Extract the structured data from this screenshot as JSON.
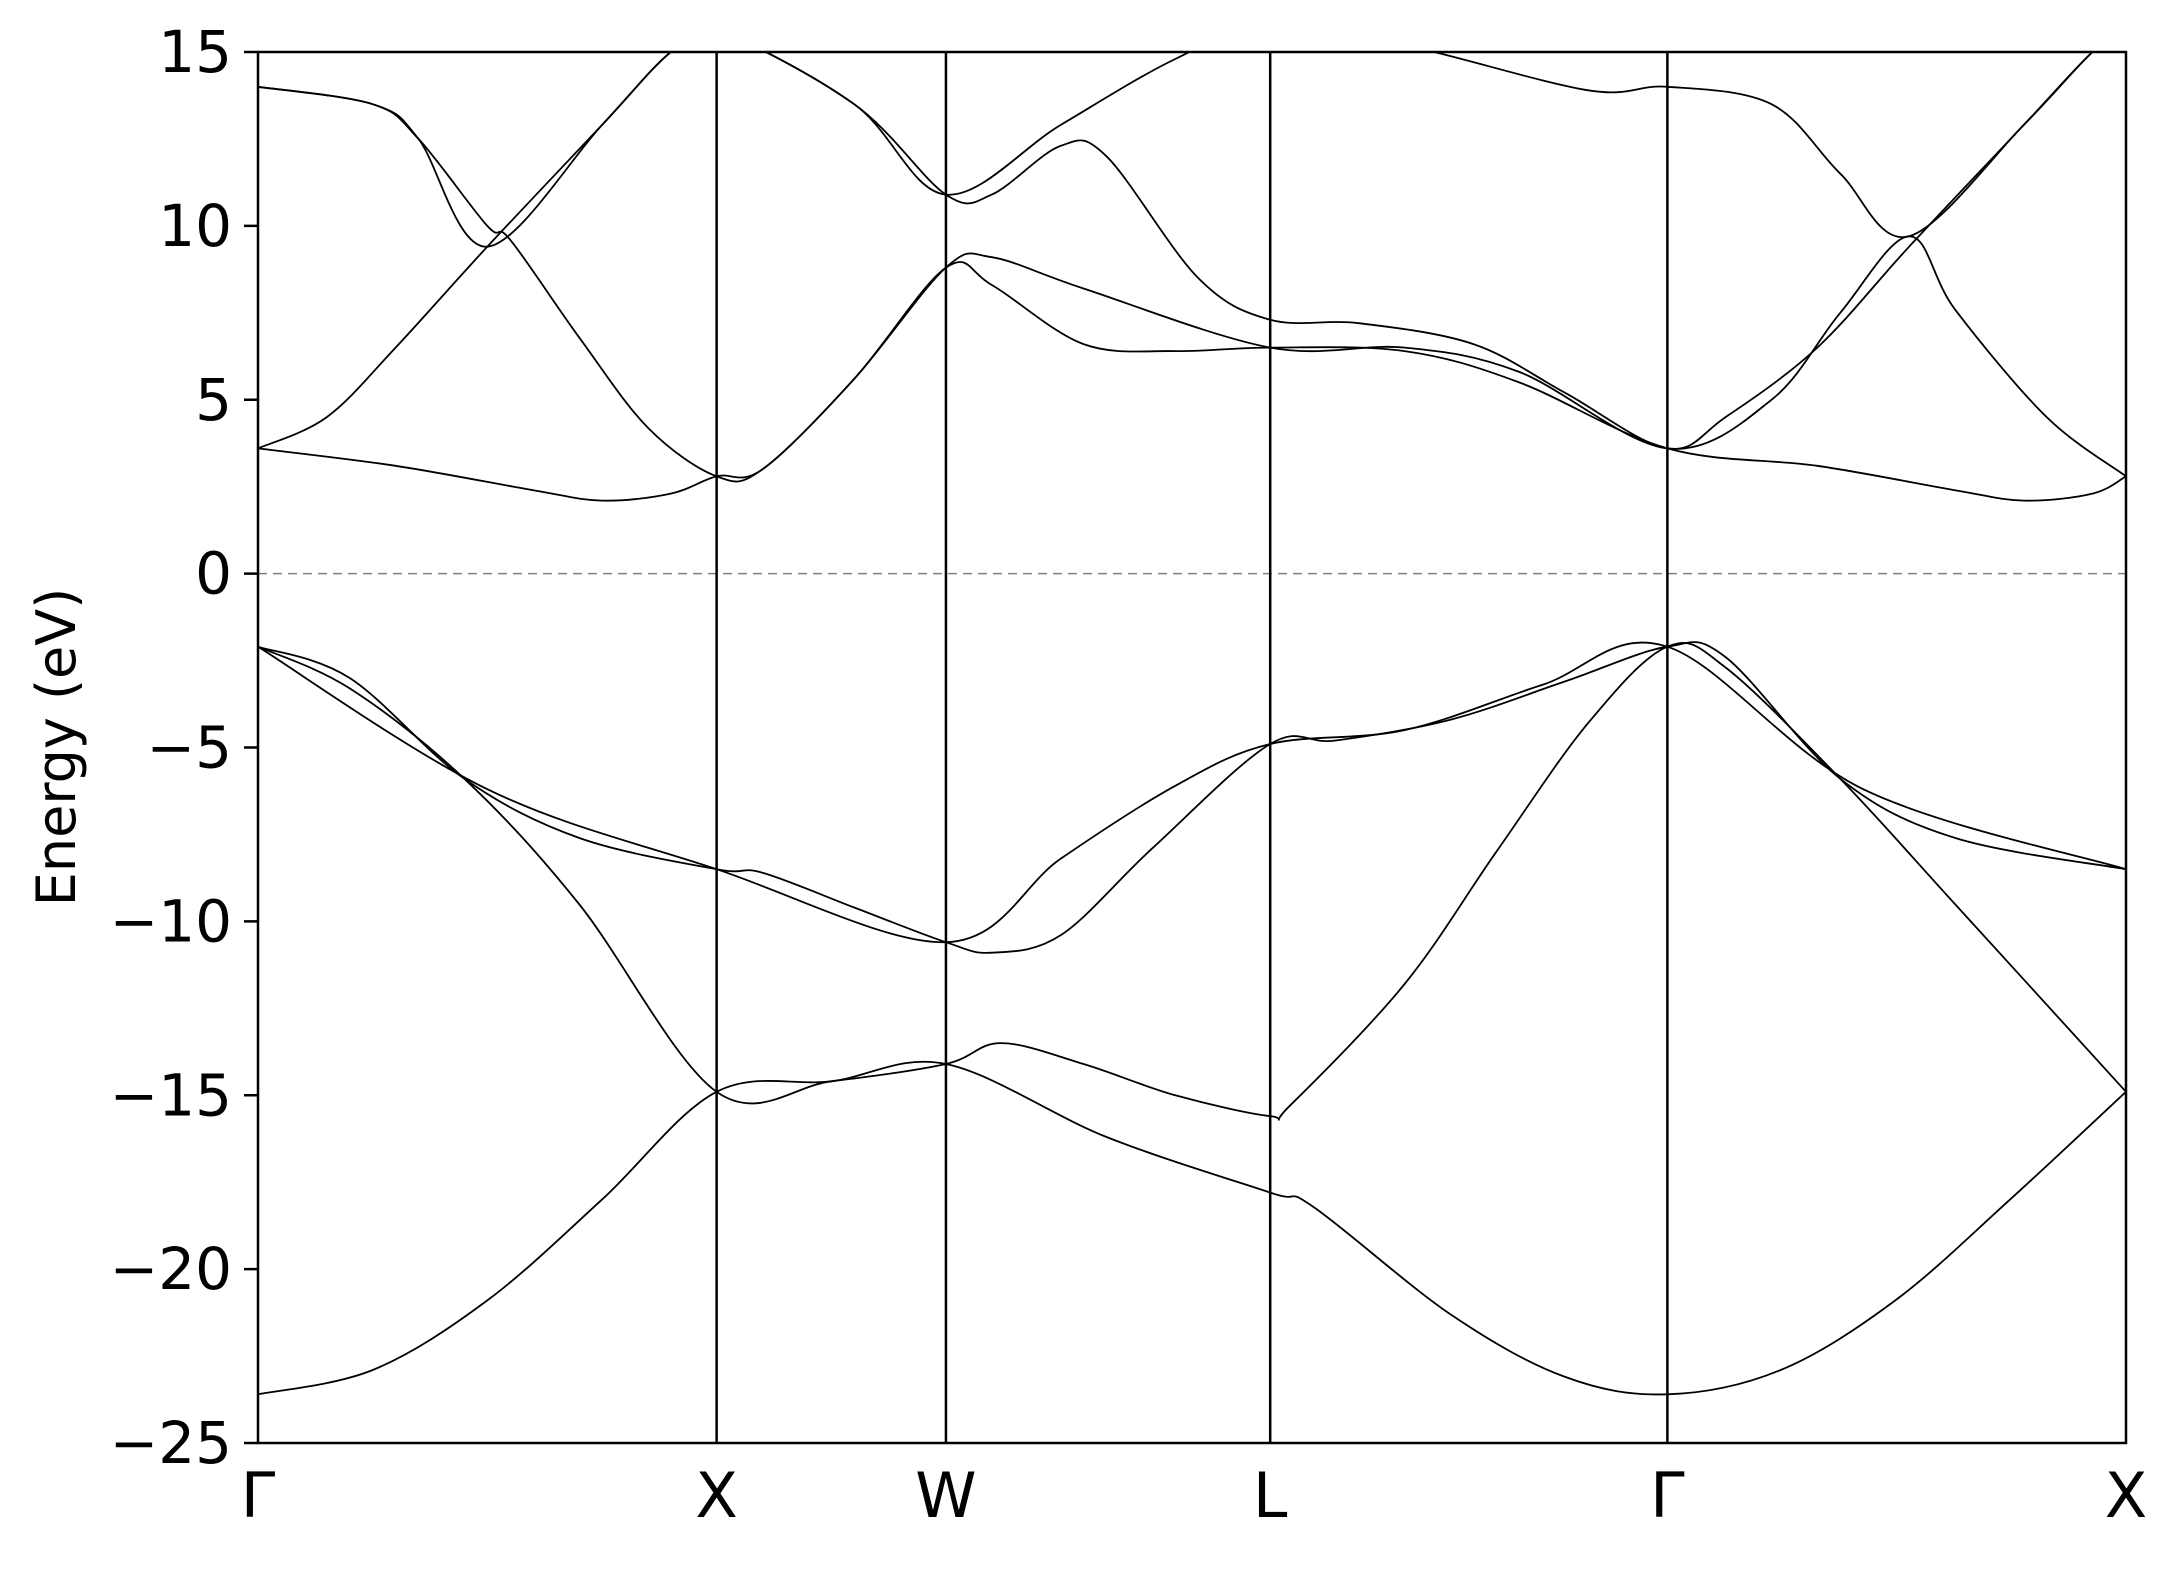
{
  "chart_data": {
    "type": "line",
    "title": "",
    "xlabel": "",
    "ylabel": "Energy (eV)",
    "ylim": [
      -25,
      15
    ],
    "yticks": [
      15,
      10,
      5,
      0,
      -5,
      -10,
      -15,
      -20,
      -25
    ],
    "ytick_labels": [
      "15",
      "10",
      "5",
      "0",
      "−5",
      "−10",
      "−15",
      "−20",
      "−25"
    ],
    "k_path": [
      {
        "label": "Γ",
        "x": 0.0
      },
      {
        "label": "X",
        "x": 1.0
      },
      {
        "label": "W",
        "x": 1.5
      },
      {
        "label": "L",
        "x": 2.207
      },
      {
        "label": "Γ",
        "x": 3.073
      },
      {
        "label": "X",
        "x": 4.073
      }
    ],
    "xlim": [
      0.0,
      4.073
    ],
    "fermi_level": 0,
    "grid": false,
    "legend": "none",
    "line_color": "#000000",
    "fermi_line_color": "#808080",
    "series": [
      {
        "points": [
          [
            0,
            -23.6
          ],
          [
            0.25,
            -22.9
          ],
          [
            0.5,
            -20.9
          ],
          [
            0.75,
            -18.0
          ],
          [
            1.0,
            -14.9
          ],
          [
            1.25,
            -14.6
          ],
          [
            1.5,
            -14.1
          ],
          [
            1.85,
            -16.2
          ],
          [
            2.207,
            -17.8
          ],
          [
            2.3,
            -18.2
          ],
          [
            2.6,
            -21.3
          ],
          [
            2.85,
            -23.1
          ],
          [
            3.073,
            -23.6
          ],
          [
            3.32,
            -22.9
          ],
          [
            3.57,
            -20.9
          ],
          [
            3.82,
            -18.0
          ],
          [
            4.073,
            -14.9
          ]
        ]
      },
      {
        "points": [
          [
            0,
            -2.1
          ],
          [
            0.2,
            -3.3
          ],
          [
            0.45,
            -5.9
          ],
          [
            0.7,
            -9.5
          ],
          [
            1.0,
            -14.9
          ],
          [
            1.25,
            -14.6
          ],
          [
            1.5,
            -14.1
          ],
          [
            1.62,
            -13.5
          ],
          [
            1.8,
            -14.1
          ],
          [
            2.0,
            -15.0
          ],
          [
            2.207,
            -15.6
          ],
          [
            2.25,
            -15.3
          ],
          [
            2.5,
            -11.8
          ],
          [
            2.7,
            -8.0
          ],
          [
            2.9,
            -4.3
          ],
          [
            3.073,
            -2.1
          ],
          [
            3.2,
            -2.7
          ],
          [
            3.45,
            -5.9
          ],
          [
            3.7,
            -9.5
          ],
          [
            4.073,
            -14.9
          ]
        ]
      },
      {
        "points": [
          [
            0,
            -2.1
          ],
          [
            0.2,
            -3.0
          ],
          [
            0.45,
            -5.9
          ],
          [
            0.7,
            -7.6
          ],
          [
            1.0,
            -8.5
          ],
          [
            1.1,
            -8.6
          ],
          [
            1.3,
            -9.6
          ],
          [
            1.5,
            -10.6
          ],
          [
            1.6,
            -10.9
          ],
          [
            1.75,
            -10.4
          ],
          [
            1.95,
            -7.9
          ],
          [
            2.207,
            -4.9
          ],
          [
            2.35,
            -4.8
          ],
          [
            2.6,
            -4.2
          ],
          [
            2.85,
            -3.1
          ],
          [
            3.073,
            -2.1
          ],
          [
            3.2,
            -2.4
          ],
          [
            3.45,
            -5.9
          ],
          [
            3.7,
            -7.6
          ],
          [
            4.073,
            -8.5
          ]
        ]
      },
      {
        "points": [
          [
            0,
            -2.1
          ],
          [
            0.5,
            -6.2
          ],
          [
            1.0,
            -8.5
          ],
          [
            1.5,
            -10.6
          ],
          [
            1.75,
            -8.2
          ],
          [
            2.0,
            -6.1
          ],
          [
            2.207,
            -4.9
          ],
          [
            2.5,
            -4.5
          ],
          [
            2.8,
            -3.2
          ],
          [
            3.073,
            -2.1
          ],
          [
            3.5,
            -6.2
          ],
          [
            4.073,
            -8.5
          ]
        ]
      },
      {
        "points": [
          [
            0,
            3.6
          ],
          [
            0.3,
            3.1
          ],
          [
            0.6,
            2.4
          ],
          [
            0.75,
            2.1
          ],
          [
            0.9,
            2.3
          ],
          [
            1.0,
            2.8
          ],
          [
            1.1,
            3.0
          ],
          [
            1.3,
            5.6
          ],
          [
            1.5,
            8.8
          ],
          [
            1.6,
            8.3
          ],
          [
            1.8,
            6.6
          ],
          [
            2.0,
            6.4
          ],
          [
            2.207,
            6.5
          ],
          [
            2.5,
            6.4
          ],
          [
            2.75,
            5.5
          ],
          [
            3.073,
            3.6
          ],
          [
            3.4,
            3.1
          ],
          [
            3.7,
            2.4
          ],
          [
            3.85,
            2.1
          ],
          [
            4.0,
            2.3
          ],
          [
            4.073,
            2.8
          ]
        ]
      },
      {
        "points": [
          [
            0,
            3.6
          ],
          [
            0.15,
            4.5
          ],
          [
            0.3,
            6.5
          ],
          [
            0.5,
            9.4
          ],
          [
            0.75,
            12.9
          ],
          [
            0.9,
            15.0
          ],
          [
            1.0,
            15.6
          ],
          [
            1.3,
            13.5
          ],
          [
            1.5,
            10.9
          ],
          [
            1.6,
            10.9
          ],
          [
            1.75,
            12.3
          ],
          [
            1.85,
            12.0
          ],
          [
            2.05,
            8.5
          ],
          [
            2.207,
            7.3
          ],
          [
            2.4,
            7.2
          ],
          [
            2.65,
            6.6
          ],
          [
            2.85,
            5.2
          ],
          [
            3.073,
            3.6
          ],
          [
            3.2,
            4.5
          ],
          [
            3.4,
            6.5
          ],
          [
            3.6,
            9.4
          ],
          [
            3.85,
            12.9
          ],
          [
            4.0,
            15.0
          ],
          [
            4.073,
            15.6
          ]
        ]
      },
      {
        "points": [
          [
            0,
            14.0
          ],
          [
            0.25,
            13.5
          ],
          [
            0.35,
            12.5
          ],
          [
            0.5,
            10.0
          ],
          [
            0.55,
            9.6
          ],
          [
            0.7,
            6.8
          ],
          [
            0.85,
            4.2
          ],
          [
            1.0,
            2.8
          ],
          [
            1.1,
            3.0
          ],
          [
            1.3,
            5.6
          ],
          [
            1.5,
            8.8
          ],
          [
            1.6,
            9.1
          ],
          [
            1.8,
            8.2
          ],
          [
            2.207,
            6.5
          ],
          [
            2.5,
            6.5
          ],
          [
            2.75,
            5.8
          ],
          [
            3.073,
            3.6
          ],
          [
            3.3,
            5.0
          ],
          [
            3.45,
            7.5
          ],
          [
            3.6,
            9.7
          ],
          [
            3.7,
            7.6
          ],
          [
            3.9,
            4.5
          ],
          [
            4.073,
            2.8
          ]
        ]
      },
      {
        "points": [
          [
            0,
            14.0
          ],
          [
            0.25,
            13.5
          ],
          [
            0.35,
            12.5
          ],
          [
            0.5,
            9.4
          ],
          [
            0.75,
            12.9
          ],
          [
            0.9,
            15.0
          ],
          [
            1.0,
            15.6
          ],
          [
            1.3,
            13.5
          ],
          [
            1.5,
            10.9
          ],
          [
            1.75,
            12.9
          ],
          [
            2.0,
            14.8
          ],
          [
            2.207,
            15.8
          ],
          [
            2.5,
            15.2
          ],
          [
            2.9,
            13.9
          ],
          [
            3.073,
            14.0
          ],
          [
            3.3,
            13.5
          ],
          [
            3.45,
            11.5
          ],
          [
            3.6,
            9.7
          ],
          [
            3.85,
            12.9
          ],
          [
            4.0,
            15.0
          ],
          [
            4.073,
            15.6
          ]
        ]
      }
    ]
  }
}
